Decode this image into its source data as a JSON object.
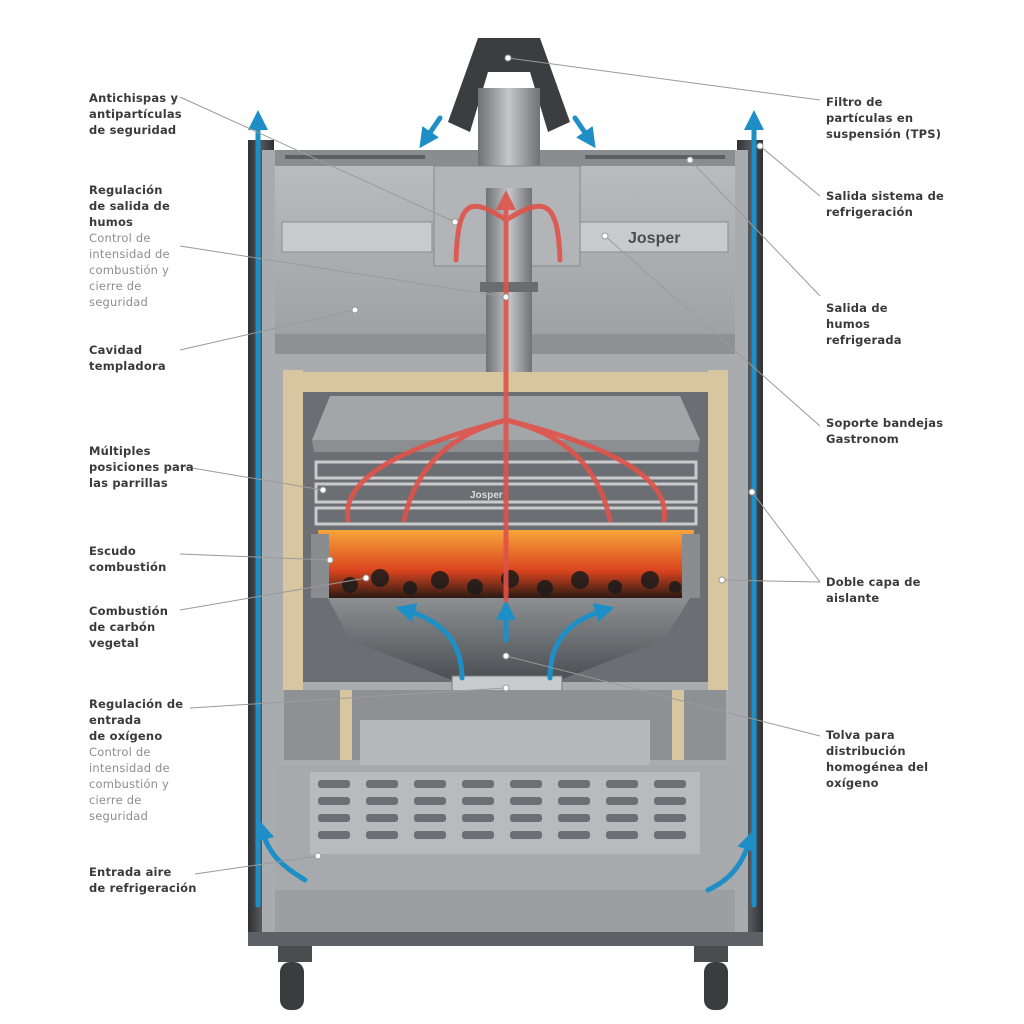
{
  "brand": "Josper",
  "brand_grill": "Josper",
  "colors": {
    "hot_flow": "#e0534a",
    "cold_flow": "#1e8fc6",
    "steel": "#9a9c9f",
    "dark_steel": "#3b3d40",
    "insulation": "#d8c6a0",
    "label_text": "#3a3a3a",
    "label_sub": "#8e8e8e"
  },
  "labels": {
    "left": [
      {
        "id": "antichispas",
        "title": "Antichispas y\nantipartículas\nde seguridad"
      },
      {
        "id": "regulacion-humos",
        "title": "Regulación\nde salida de\nhumos",
        "subtitle": "Control de\nintensidad de\ncombustión y\ncierre de\nseguridad"
      },
      {
        "id": "cavidad",
        "title": "Cavidad\ntempladora"
      },
      {
        "id": "parrillas",
        "title": "Múltiples\nposiciones para\nlas parrillas"
      },
      {
        "id": "escudo",
        "title": "Escudo\ncombustión"
      },
      {
        "id": "carbon",
        "title": "Combustión\nde carbón\nvegetal"
      },
      {
        "id": "oxigeno",
        "title": "Regulación de\nentrada\nde oxígeno",
        "subtitle": "Control de\nintensidad de\ncombustión y\ncierre de\nseguridad"
      },
      {
        "id": "entrada-aire",
        "title": "Entrada aire\nde refrigeración"
      }
    ],
    "right": [
      {
        "id": "filtro",
        "title": "Filtro de\npartículas en\nsuspensión (TPS)"
      },
      {
        "id": "salida-refrigeracion",
        "title": "Salida sistema de\nrefrigeración"
      },
      {
        "id": "salida-humos",
        "title": "Salida de\nhumos\nrefrigerada"
      },
      {
        "id": "soporte",
        "title": "Soporte bandejas\nGastronom"
      },
      {
        "id": "aislante",
        "title": "Doble capa de\naislante"
      },
      {
        "id": "tolva",
        "title": "Tolva para\ndistribución\nhomogénea del\noxígeno"
      }
    ]
  }
}
